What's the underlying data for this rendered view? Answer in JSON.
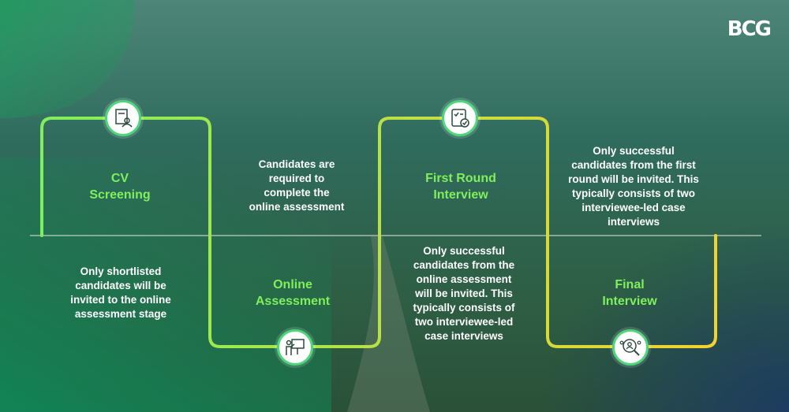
{
  "brand": {
    "logo_text": "BCG"
  },
  "colors": {
    "accent_green": "#7ff05b",
    "accent_yellow": "#f2d22e",
    "text": "#ffffff"
  },
  "stages": [
    {
      "title_line1": "CV",
      "title_line2": "Screening",
      "icon": "cv-document-icon",
      "description": [
        "Only shortlisted",
        "candidates will be",
        "invited to the online",
        "assessment stage"
      ]
    },
    {
      "title_line1": "Online",
      "title_line2": "Assessment",
      "icon": "presentation-icon",
      "description": [
        "Candidates are",
        "required to",
        "complete the",
        "online assessment"
      ]
    },
    {
      "title_line1": "First Round",
      "title_line2": "Interview",
      "icon": "checklist-icon",
      "description": [
        "Only successful",
        "candidates from the",
        "online assessment",
        "will be invited. This",
        "typically consists of",
        "two interviewee-led",
        "case interviews"
      ]
    },
    {
      "title_line1": "Final",
      "title_line2": "Interview",
      "icon": "people-search-icon",
      "description": [
        "Only successful",
        "candidates from the first",
        "round will be invited. This",
        "typically consists of two",
        "interviewee-led case",
        "interviews"
      ]
    }
  ]
}
